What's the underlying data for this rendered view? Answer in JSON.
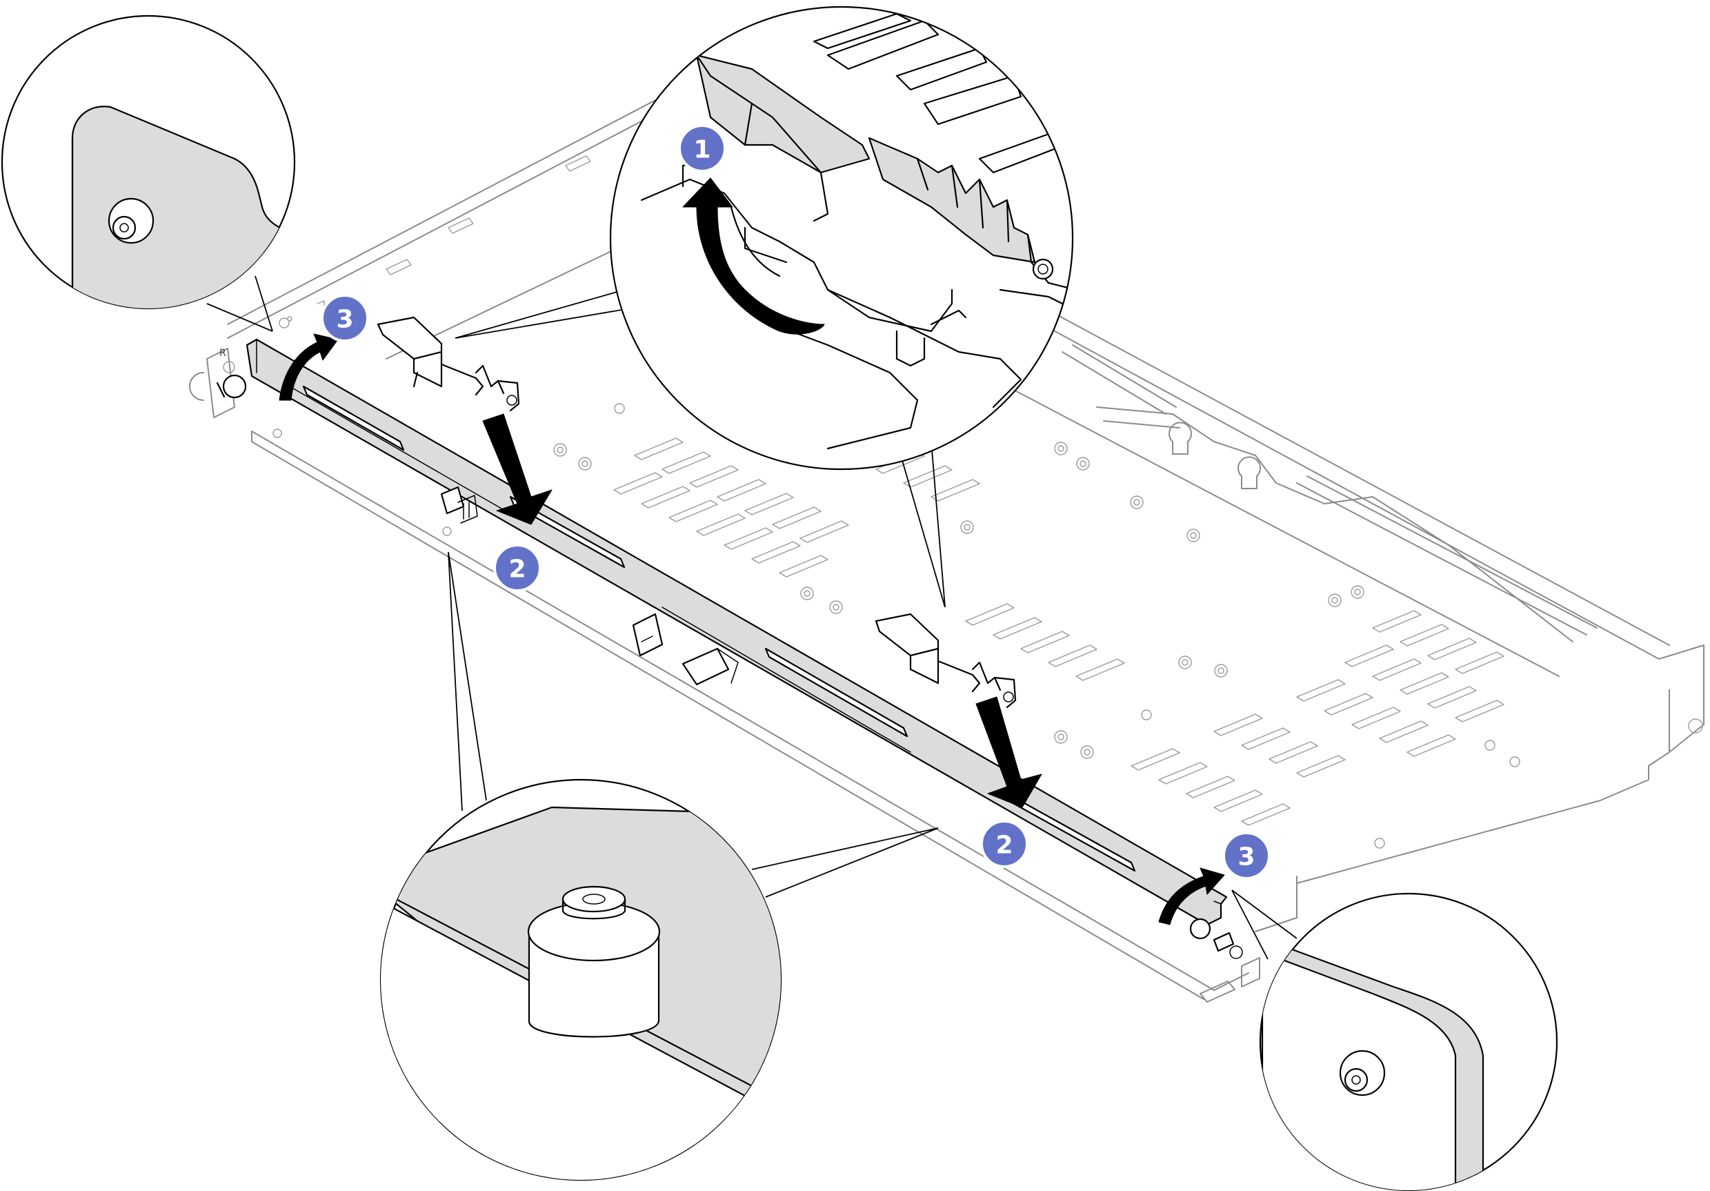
{
  "diagram": {
    "steps": [
      {
        "id": "step-1",
        "label": "1"
      },
      {
        "id": "step-2a",
        "label": "2"
      },
      {
        "id": "step-2b",
        "label": "2"
      },
      {
        "id": "step-3a",
        "label": "3"
      },
      {
        "id": "step-3b",
        "label": "3"
      }
    ],
    "frame_mark": "R",
    "colors": {
      "badge": "#6272c9",
      "part_fill": "#dcdcdc",
      "line": "#000000",
      "chassis_line": "#8a8a8a",
      "background": "#ffffff"
    }
  }
}
